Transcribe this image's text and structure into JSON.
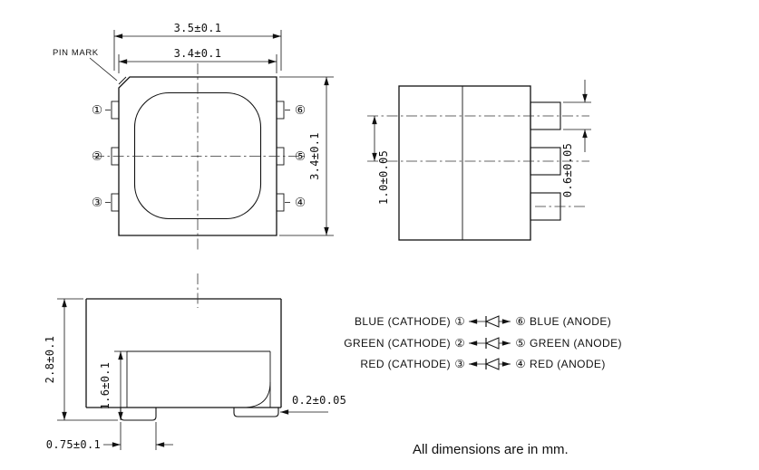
{
  "drawing": {
    "pin_mark_label": "PIN MARK",
    "footer_note": "All dimensions are in mm."
  },
  "top_view": {
    "dim_outer_width": "3.5±0.1",
    "dim_body_width": "3.4±0.1",
    "dim_body_height": "3.4±0.1",
    "pins_left": [
      "①",
      "②",
      "③"
    ],
    "pins_right": [
      "⑥",
      "⑤",
      "④"
    ]
  },
  "side_view": {
    "dim_lead_pitch": "1.0±0.05",
    "dim_lead_width": "0.6±0.05"
  },
  "front_view": {
    "dim_total_height": "2.8±0.1",
    "dim_inner_height": "1.6±0.1",
    "dim_lead_foot": "0.75±0.1",
    "dim_lead_thickness": "0.2±0.05"
  },
  "circuit": {
    "rows": [
      {
        "left_label": "BLUE (CATHODE)",
        "left_pin": "①",
        "right_pin": "⑥",
        "right_label": "BLUE (ANODE)"
      },
      {
        "left_label": "GREEN (CATHODE)",
        "left_pin": "②",
        "right_pin": "⑤",
        "right_label": "GREEN (ANODE)"
      },
      {
        "left_label": "RED (CATHODE)",
        "left_pin": "③",
        "right_pin": "④",
        "right_label": "RED (ANODE)"
      }
    ]
  }
}
